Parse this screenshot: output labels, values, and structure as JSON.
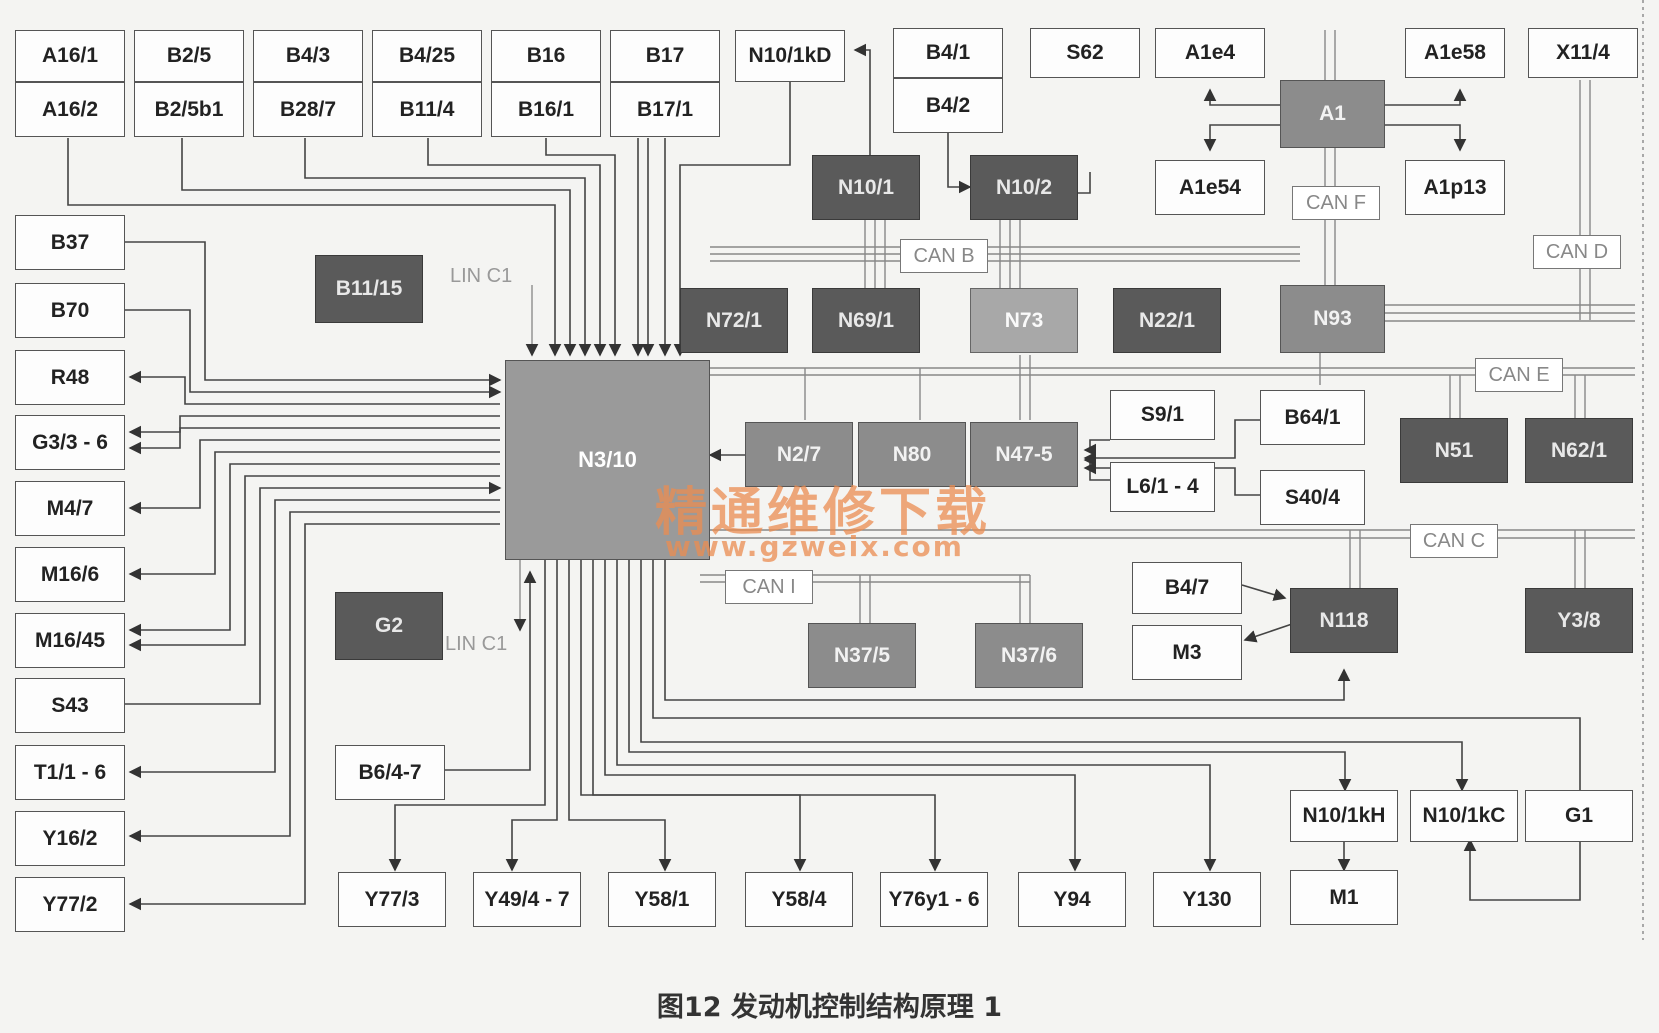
{
  "blocks": {
    "A16_1": "A16/1",
    "A16_2": "A16/2",
    "B2_5": "B2/5",
    "B2_5b1": "B2/5b1",
    "B4_3": "B4/3",
    "B28_7": "B28/7",
    "B4_25": "B4/25",
    "B11_4": "B11/4",
    "B16": "B16",
    "B16_1": "B16/1",
    "B17": "B17",
    "B17_1": "B17/1",
    "N10_1kD": "N10/1kD",
    "B4_1": "B4/1",
    "B4_2": "B4/2",
    "S62": "S62",
    "A1e4": "A1e4",
    "A1": "A1",
    "A1e58": "A1e58",
    "A1e54": "A1e54",
    "A1p13": "A1p13",
    "X11_4": "X11/4",
    "N10_1": "N10/1",
    "N10_2": "N10/2",
    "B37": "B37",
    "B70": "B70",
    "R48": "R48",
    "G3_3_6": "G3/3 - 6",
    "M4_7": "M4/7",
    "M16_6": "M16/6",
    "M16_45": "M16/45",
    "S43": "S43",
    "T1_1_6": "T1/1 - 6",
    "Y16_2": "Y16/2",
    "Y77_2": "Y77/2",
    "B11_15": "B11/15",
    "G2": "G2",
    "N3_10": "N3/10",
    "N72_1": "N72/1",
    "N69_1": "N69/1",
    "N73": "N73",
    "N22_1": "N22/1",
    "N93": "N93",
    "N2_7": "N2/7",
    "N80": "N80",
    "N47_5": "N47-5",
    "S9_1": "S9/1",
    "L6_1_4": "L6/1 - 4",
    "B64_1": "B64/1",
    "S40_4": "S40/4",
    "N51": "N51",
    "N62_1": "N62/1",
    "B4_7": "B4/7",
    "M3": "M3",
    "N118": "N118",
    "Y3_8": "Y3/8",
    "N37_5": "N37/5",
    "N37_6": "N37/6",
    "B6_4_7": "B6/4-7",
    "N10_1kH": "N10/1kH",
    "N10_1kC": "N10/1kC",
    "G1": "G1",
    "M1": "M1",
    "Y77_3": "Y77/3",
    "Y49_4_7": "Y49/4 - 7",
    "Y58_1": "Y58/1",
    "Y58_4": "Y58/4",
    "Y76y1_6": "Y76y1 - 6",
    "Y94": "Y94",
    "Y130": "Y130"
  },
  "buses": {
    "can_b": "CAN B",
    "can_f": "CAN F",
    "can_d": "CAN D",
    "can_e": "CAN E",
    "can_c": "CAN C",
    "can_i": "CAN I",
    "lin_c1_top": "LIN C1",
    "lin_c1_bottom": "LIN C1"
  },
  "watermark": {
    "line1": "精通维修下载",
    "line2": "www.gzweix.com"
  },
  "caption": "图12   发动机控制结构原理 1",
  "colors": {
    "dark_module": "#5a5a5a",
    "mid_module": "#8c8c8c",
    "light_module": "#a8a8a8",
    "central_module": "#9a9a9a"
  }
}
